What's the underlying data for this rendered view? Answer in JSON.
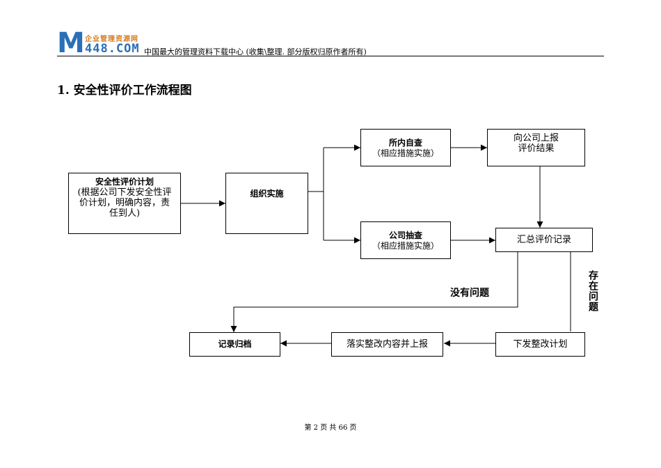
{
  "header": {
    "logo_letter": "M",
    "logo_top": "企业管理资源网",
    "logo_num": "448.COM",
    "tagline": "中国最大的管理资料下载中心",
    "tagline_note": "(收集\\整理. 部分版权归原作者所有)"
  },
  "section_title": "1. 安全性评价工作流程图",
  "flow": {
    "plan": {
      "title": "安全性评价计划",
      "desc": "(根据公司下发安全性评价计划，明确内容，责任到人)"
    },
    "organize": {
      "title": "组织实施"
    },
    "self_check": {
      "title": "所内自查",
      "sub": "（相应措施实施）"
    },
    "company_check": {
      "title": "公司抽查",
      "sub": "（相应措施实施）"
    },
    "report": {
      "line1": "向公司上报",
      "line2": "评价结果"
    },
    "summary": {
      "title": "汇总评价记录"
    },
    "archive": {
      "title": "记录归档"
    },
    "rectify": {
      "title": "落实整改内容并上报"
    },
    "issue_plan": {
      "title": "下发整改计划"
    },
    "no_problem": "没有问题",
    "has_problem": "存在问题"
  },
  "footer": "第 2 页 共 66 页"
}
